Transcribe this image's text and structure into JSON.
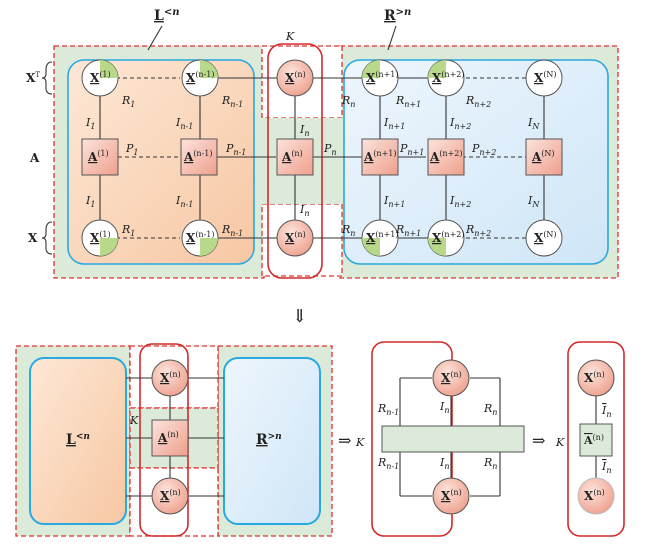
{
  "top": {
    "L_label": "L",
    "L_sup": "<n",
    "R_label": "R",
    "R_sup": ">n",
    "K": "K",
    "row_XT": "X",
    "row_XT_sup": "T",
    "row_A": "A",
    "row_X": "X",
    "core_X": [
      "X",
      "X",
      "X",
      "X",
      "X",
      "X"
    ],
    "core_sups_top": [
      "(1)",
      "(n-1)",
      "(n)",
      "(n+1)",
      "(n+2)",
      "(N)"
    ],
    "A_sups": [
      "(1)",
      "(n-1)",
      "(n)",
      "(n+1)",
      "(n+2)",
      "(N)"
    ],
    "A_name": "A",
    "R_labels": [
      "R",
      "R",
      "R",
      "R",
      "R"
    ],
    "R_subs": [
      "1",
      "n-1",
      "n",
      "n+1",
      "n+2"
    ],
    "I_labels": [
      "I",
      "I",
      "I",
      "I",
      "I",
      "I"
    ],
    "I_subs": [
      "1",
      "n-1",
      "n",
      "n+1",
      "n+2",
      "N"
    ],
    "P_labels": [
      "P",
      "P",
      "P",
      "P"
    ],
    "P_subs": [
      "1",
      "n-1",
      "n",
      "n+2"
    ],
    "P_n1_sub": "n+1",
    "arrow": "⇓"
  },
  "bottom": {
    "L_label": "L",
    "L_sup": "<n",
    "R_label": "R",
    "R_sup": ">n",
    "K": "K",
    "Xn_sup": "(n)",
    "An_sup": "(n)",
    "implies": "⇒",
    "R_left": "R",
    "R_left_sub": "n-1",
    "I_mid": "I",
    "I_mid_sub": "n",
    "R_right": "R",
    "R_right_sub": "n",
    "Abar": "A",
    "In_sub": "n"
  },
  "colors": {
    "red_dash": "#e03030",
    "blue": "#2aa8e0",
    "red_loop": "#d42a2a",
    "green_bg": "#dcebd9",
    "orange_bg": "#fbdcc4",
    "blue_bg": "#dcecf8",
    "core_pink": "#f2b5a5",
    "core_green": "#b9d98a",
    "box_pink": "#f4c9bd"
  }
}
